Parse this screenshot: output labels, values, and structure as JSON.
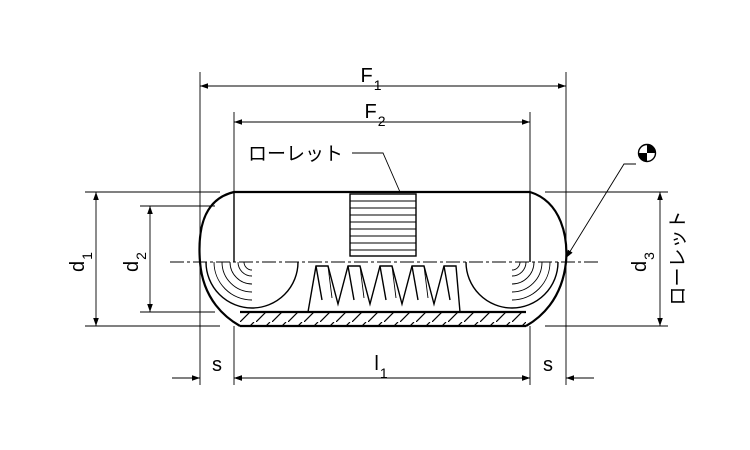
{
  "labels": {
    "f1": "F",
    "f1_sub": "1",
    "f2": "F",
    "f2_sub": "2",
    "d1": "d",
    "d1_sub": "1",
    "d2": "d",
    "d2_sub": "2",
    "d3": "d",
    "d3_sub": "3",
    "l1": "l",
    "l1_sub": "1",
    "s_left": "s",
    "s_right": "s",
    "knurl_top": "ローレット",
    "knurl_side": "ローレット"
  },
  "colors": {
    "ink": "#000000",
    "background": "#ffffff"
  },
  "symbols": {
    "surface_mark": "half-filled-circle-icon"
  }
}
